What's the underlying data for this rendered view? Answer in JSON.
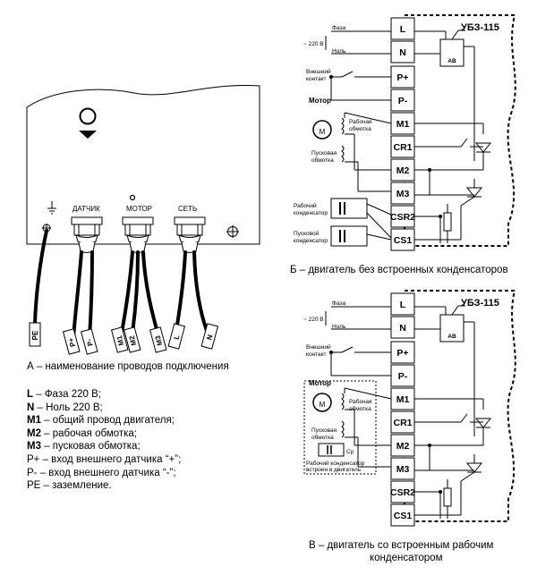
{
  "panel_a": {
    "caption": "А – наименование проводов подключения",
    "port_labels": {
      "sensor": "ДАТЧИК",
      "motor": "МОТОР",
      "net": "СЕТЬ"
    },
    "wire_tags": [
      "PE",
      "P+",
      "P-",
      "M1",
      "M2",
      "M3",
      "L",
      "N"
    ]
  },
  "legend": [
    {
      "code": "L",
      "text": " – Фаза 220 В;"
    },
    {
      "code": "N",
      "text": " – Ноль 220 В;"
    },
    {
      "code": "M1",
      "text": " – общий провод двигателя;"
    },
    {
      "code": "M2",
      "text": " – рабочая обмотка;"
    },
    {
      "code": "M3",
      "text": " – пусковая обмотка;"
    },
    {
      "code": "",
      "text": "Р+ – вход внешнего датчика “+”;"
    },
    {
      "code": "",
      "text": "Р- – вход внешнего датчика “-”;"
    },
    {
      "code": "",
      "text": "PE – заземление."
    }
  ],
  "panel_b": {
    "device_title": "УБЗ-115",
    "caption": "Б – двигатель без встроенных конденсаторов",
    "terminals": [
      "L",
      "N",
      "P+",
      "P-",
      "M1",
      "CR1",
      "M2",
      "M3",
      "CSR2",
      "CS1"
    ],
    "phase_label": "Фаза",
    "voltage_label": "~ 220 В",
    "neutral_label": "Ноль",
    "ext_contact": [
      "Внешний",
      "контакт"
    ],
    "motor_label": "Мотор",
    "motor_symbol": "M",
    "work_winding": [
      "Рабочая",
      "обмотка"
    ],
    "start_winding": [
      "Пусковая",
      "обмотка"
    ],
    "work_cap": [
      "Рабочий",
      "конденсатор"
    ],
    "start_cap": [
      "Пусковой",
      "конденсатор"
    ],
    "breaker_label": "AB"
  },
  "panel_c": {
    "device_title": "УБЗ-115",
    "caption_line1": "В – двигатель со встроенным рабочим",
    "caption_line2": "конденсатором",
    "terminals": [
      "L",
      "N",
      "P+",
      "P-",
      "M1",
      "CR1",
      "M2",
      "M3",
      "CSR2",
      "CS1"
    ],
    "phase_label": "Фаза",
    "voltage_label": "~ 220 В",
    "neutral_label": "Ноль",
    "ext_contact": [
      "Внешний",
      "контакт"
    ],
    "motor_label": "Мотор",
    "motor_symbol": "M",
    "work_winding": [
      "Рабочая",
      "обмотка"
    ],
    "start_winding": [
      "Пусковая",
      "обмотка"
    ],
    "cap_label": "Ср",
    "builtin_cap": [
      "Рабочий конденсатор",
      "встроен в двигатель"
    ],
    "breaker_label": "AB"
  }
}
